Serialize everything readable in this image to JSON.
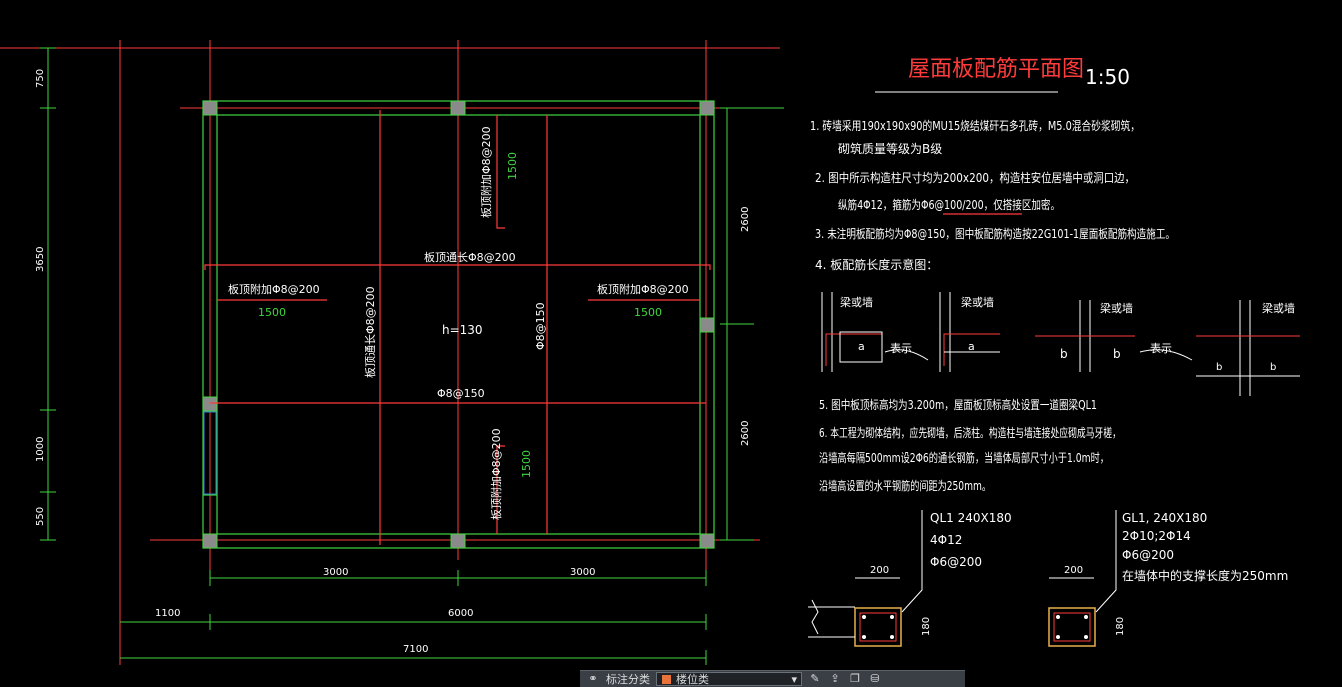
{
  "drawing": {
    "title": "屋面板配筋平面图",
    "scale": "1:50",
    "notes": [
      "1. 砖墙采用190x190x90的MU15烧结煤矸石多孔砖，M5.0混合砂浆砌筑，",
      "砌筑质量等级为B级",
      "2. 图中所示构造柱尺寸均为200x200，构造柱安位居墙中或洞口边，",
      "纵筋4Φ12，箍筋为Φ6@100/200，仅搭接区加密。",
      "3. 未注明板配筋均为Φ8@150，图中板配筋构造按22G101-1屋面板配筋构造施工。",
      "4. 板配筋长度示意图：",
      "5. 图中板顶标高均为3.200m，屋面板顶标高处设置一道圈梁QL1",
      "6. 本工程为砌体结构，应先砌墙，后浇柱。构造柱与墙连接处应砌成马牙槎，",
      "沿墙高每隔500mm设2Φ6的通长钢筋，当墙体局部尺寸小于1.0m时，",
      "沿墙高设置的水平钢筋的间距为250mm。"
    ],
    "slab_labels": {
      "top_bar_top": "板顶附加Φ8@200",
      "top_bar_top_len": "1500",
      "top_bar_bottom": "板顶附加Φ8@200",
      "top_bar_bottom_len": "1500",
      "left_bar": "板顶附加Φ8@200",
      "left_bar_len": "1500",
      "right_bar": "板顶附加Φ8@200",
      "right_bar_len": "1500",
      "through_h": "板顶通长Φ8@200",
      "through_v": "板顶通长Φ8@200",
      "thickness": "h=130",
      "bottom_h": "Φ8@150",
      "bottom_v": "Φ8@150"
    },
    "dims": {
      "left": [
        "750",
        "3650",
        "1000",
        "550"
      ],
      "right": [
        "2600",
        "2600"
      ],
      "bottom_inner": [
        "3000",
        "3000"
      ],
      "bottom_mid": [
        "1100",
        "6000"
      ],
      "bottom_total": "7100"
    },
    "legend": {
      "label_beam_wall": "梁或墙",
      "label_express": "表示",
      "a": "a",
      "b": "b"
    },
    "sections": [
      {
        "name": "QL1 240X180",
        "line2": "4Φ12",
        "line3": "Φ6@200",
        "line4": "",
        "width": "200",
        "height": "180"
      },
      {
        "name": "GL1, 240X180",
        "line2": "2Φ10;2Φ14",
        "line3": "Φ6@200",
        "line4": "在墙体中的支撑长度为250mm",
        "width": "200",
        "height": "180"
      }
    ]
  },
  "toolbar": {
    "label": "标注分类",
    "layer": "楼位类",
    "colors": {
      "layer_swatch": "#e8743b"
    }
  },
  "colors": {
    "background": "#000000",
    "green": "#3fd63f",
    "red": "#ff3b3b",
    "white": "#ffffff",
    "grey": "#8a8a8a"
  }
}
